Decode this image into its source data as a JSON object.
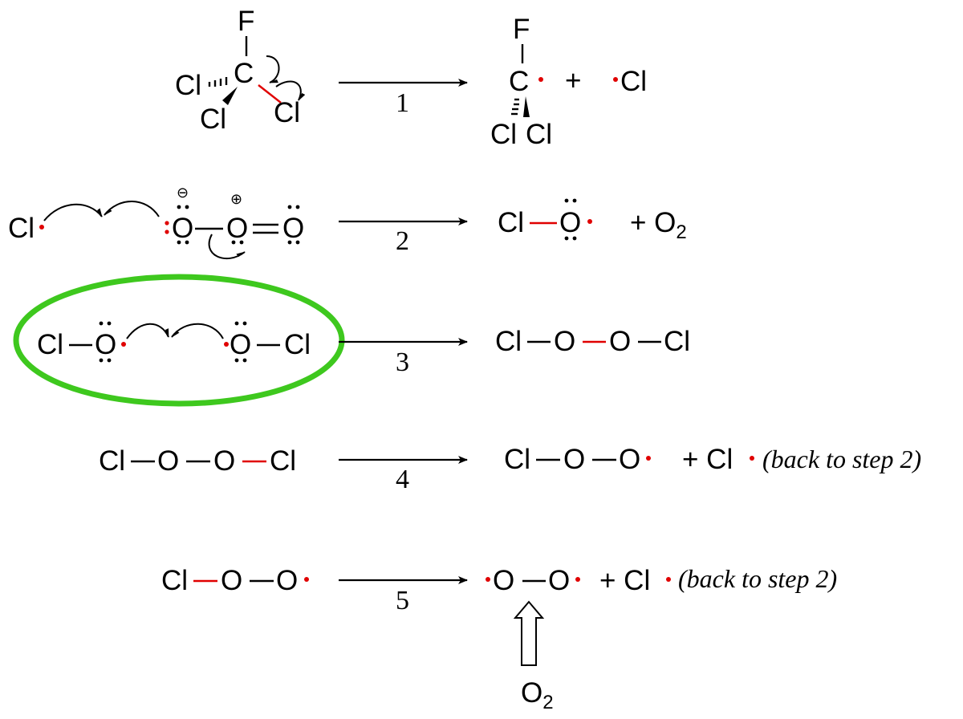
{
  "atoms": {
    "F": "F",
    "C": "C",
    "Cl": "Cl",
    "O": "O",
    "plus": "+",
    "plus_O": "+ O",
    "plus_Cl": "+ Cl",
    "sub2": "2",
    "neg": "⊖",
    "pos": "⊕"
  },
  "steps": [
    {
      "label": "1"
    },
    {
      "label": "2"
    },
    {
      "label": "3"
    },
    {
      "label": "4",
      "note": "(back to step 2)"
    },
    {
      "label": "5",
      "note": "(back to step 2)"
    }
  ],
  "bottom_label": "O",
  "bottom_sub": "2",
  "colors": {
    "bond_breaking": "#e00000",
    "radical": "#e00000",
    "highlight_ellipse": "#3ec81e"
  }
}
